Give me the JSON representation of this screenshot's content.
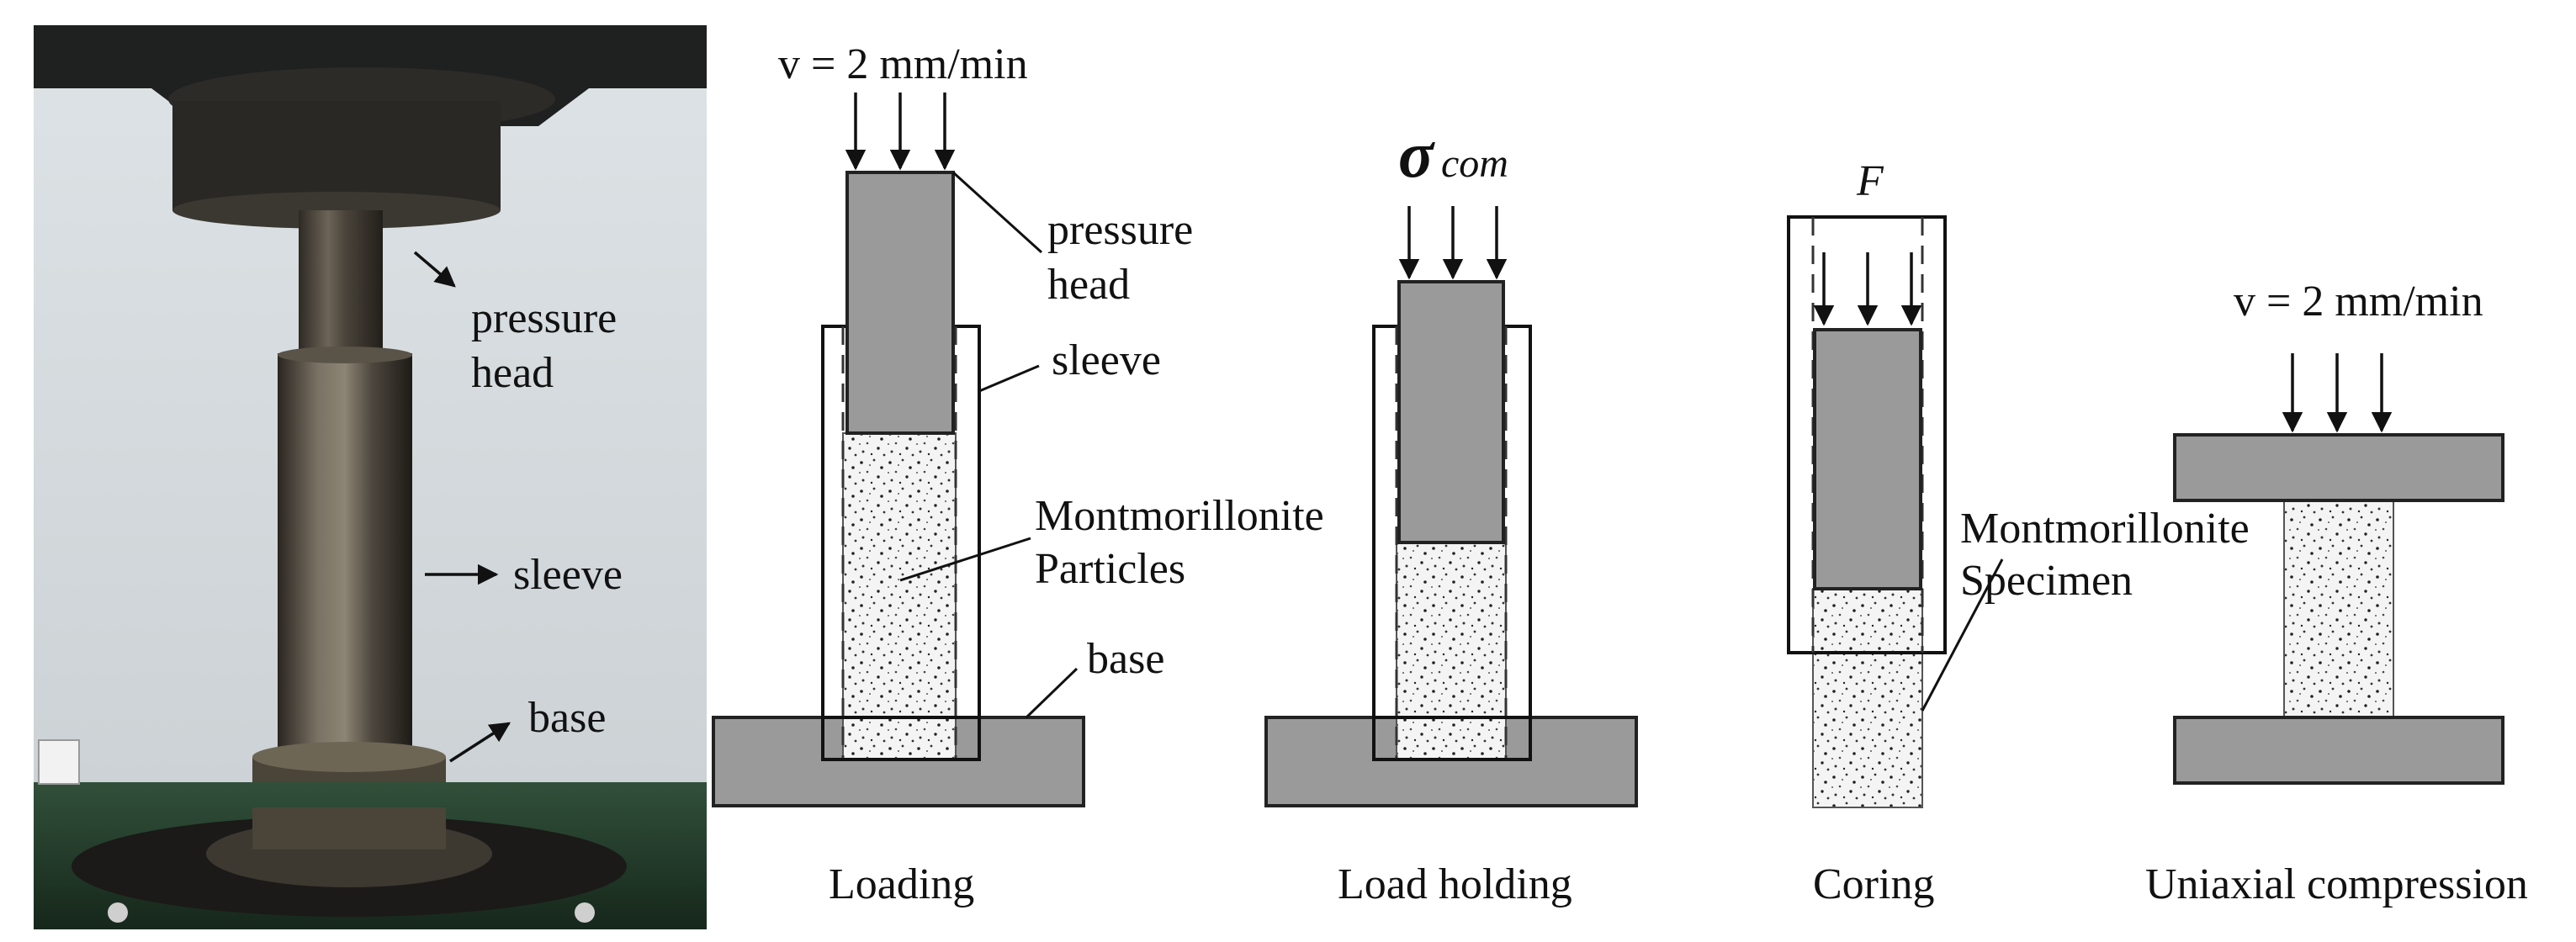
{
  "photo": {
    "labels": {
      "pressure_head": [
        "pressure",
        "head"
      ],
      "sleeve": "sleeve",
      "base": "base"
    }
  },
  "stages": {
    "loading": {
      "rate_label": "v = 2 mm/min",
      "labels": {
        "pressure_head": [
          "pressure",
          "head"
        ],
        "sleeve": "sleeve",
        "particles": [
          "Montmorillonite",
          "Particles"
        ],
        "base": "base"
      },
      "caption": "Loading"
    },
    "load_holding": {
      "stress_symbol": "σ",
      "stress_subscript": "com",
      "caption": "Load holding"
    },
    "coring": {
      "force_label": "F",
      "labels": {
        "specimen": [
          "Montmorillonite",
          "Specimen"
        ]
      },
      "caption": "Coring"
    },
    "uniaxial": {
      "rate_label": "v = 2 mm/min",
      "caption": "Uniaxial compression"
    }
  },
  "colors": {
    "steel_gray": "#9a9a9a",
    "outline": "#111111",
    "speckle": "#222222"
  }
}
